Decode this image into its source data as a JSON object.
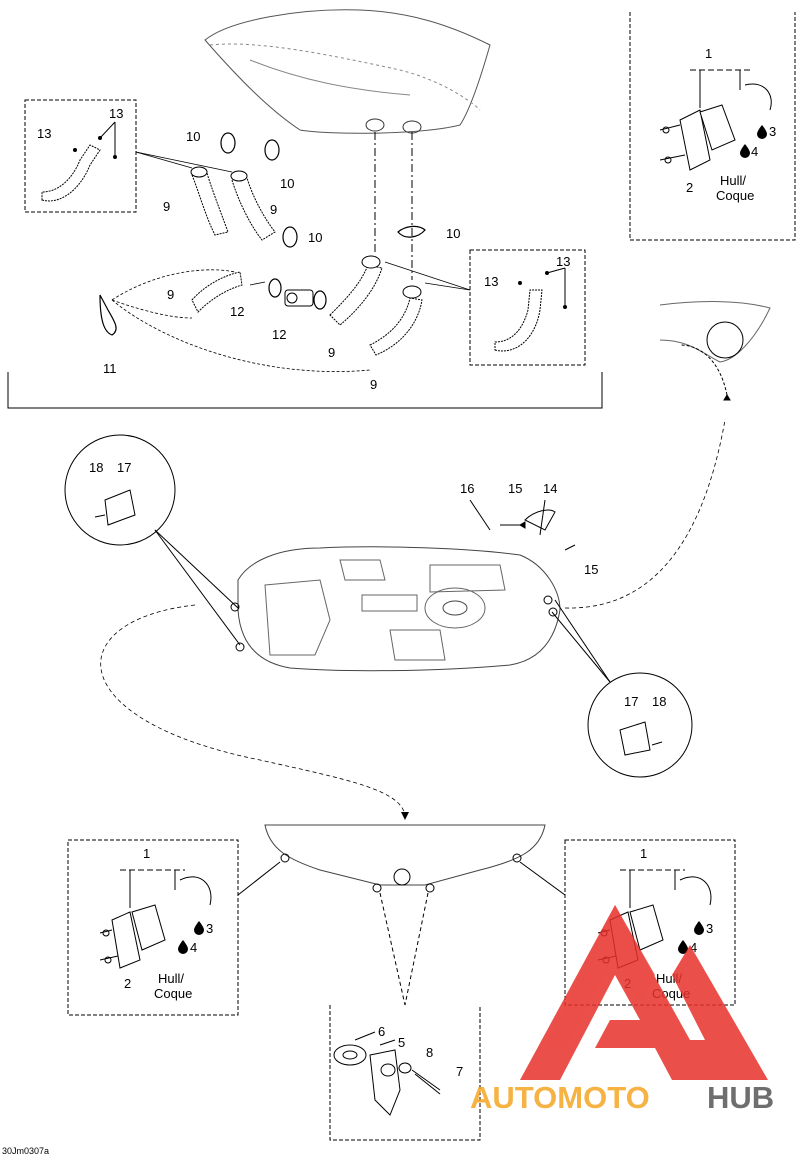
{
  "figure_code": "30Jm0307a",
  "callouts": {
    "c1a": "1",
    "c2a": "2",
    "c3a": "3",
    "c4a": "4",
    "c1b": "1",
    "c2b": "2",
    "c3b": "3",
    "c4b": "4",
    "c1c": "1",
    "c2c": "2",
    "c3c": "3",
    "c4c": "4",
    "c5": "5",
    "c6": "6",
    "c7": "7",
    "c8": "8",
    "c9a": "9",
    "c9b": "9",
    "c9c": "9",
    "c9d": "9",
    "c9e": "9",
    "c10a": "10",
    "c10b": "10",
    "c10c": "10",
    "c10d": "10",
    "c11": "11",
    "c12a": "12",
    "c12b": "12",
    "c13a": "13",
    "c13b": "13",
    "c13c": "13",
    "c13d": "13",
    "c14": "14",
    "c15a": "15",
    "c15b": "15",
    "c16": "16",
    "c17a": "17",
    "c17b": "17",
    "c18a": "18",
    "c18b": "18"
  },
  "hull_labels": {
    "a_line1": "Hull/",
    "a_line2": "Coque",
    "b_line1": "Hull/",
    "b_line2": "Coque",
    "c_line1": "Hull/",
    "c_line2": "Coque"
  },
  "watermark": {
    "text_colored": "AUTOMOTO",
    "text_dark": "HUB",
    "colors": {
      "red": "#e8312a",
      "orange": "#f5a623",
      "dark": "#555555"
    }
  }
}
